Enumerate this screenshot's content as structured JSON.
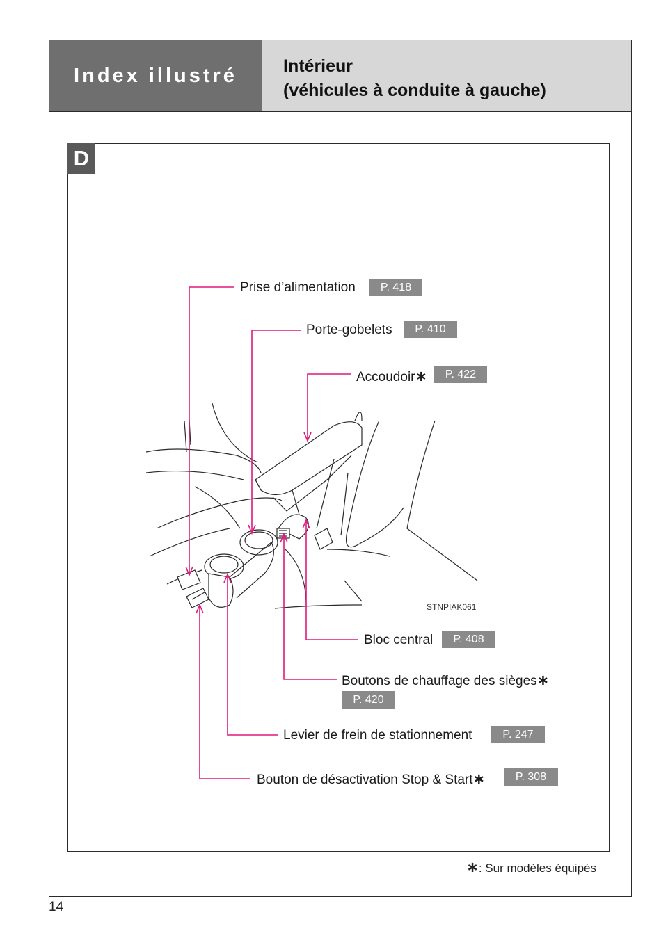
{
  "header": {
    "section_title": "Index illustré",
    "subtitle_line1": "Intérieur",
    "subtitle_line2": "(véhicules à conduite à gauche)"
  },
  "section_letter": "D",
  "callouts": [
    {
      "label": "Prise d’alimentation",
      "page": "P. 418",
      "star": ""
    },
    {
      "label": "Porte-gobelets",
      "page": "P. 410",
      "star": ""
    },
    {
      "label": "Accoudoir",
      "page": "P. 422",
      "star": "∗"
    },
    {
      "label": "Bloc central",
      "page": "P. 408",
      "star": ""
    },
    {
      "label": "Boutons de chauffage des sièges",
      "page": "P. 420",
      "star": "∗"
    },
    {
      "label": "Levier de frein de stationnement",
      "page": "P. 247",
      "star": ""
    },
    {
      "label": "Bouton de désactivation Stop & Start",
      "page": "P. 308",
      "star": "∗"
    }
  ],
  "illustration_code": "STNPIAK061",
  "footnote": {
    "star": "∗",
    "text": ": Sur modèles équipés"
  },
  "page_number": "14",
  "colors": {
    "leader_line": "#e0197d",
    "header_dark": "#6f6f6f",
    "header_light": "#d7d7d7",
    "page_ref_bg": "#8a8a8a"
  }
}
